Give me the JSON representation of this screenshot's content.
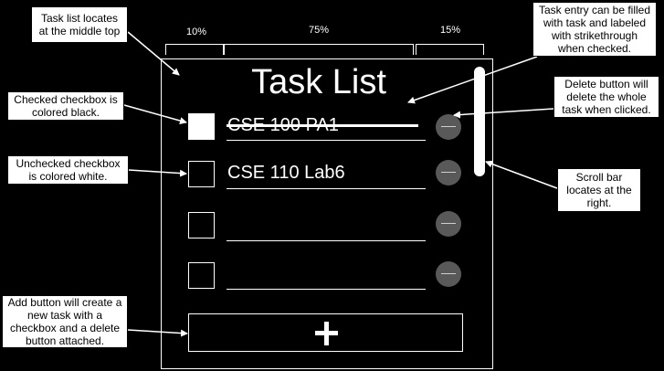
{
  "column_widths": {
    "left": "10%",
    "middle": "75%",
    "right": "15%"
  },
  "task_list": {
    "title": "Task List",
    "tasks": [
      {
        "label": "CSE 100 PA1",
        "checked": true
      },
      {
        "label": "CSE 110 Lab6",
        "checked": false
      },
      {
        "label": "",
        "checked": false
      },
      {
        "label": "",
        "checked": false
      }
    ],
    "add_button_label": "+"
  },
  "annotations": {
    "title_position": "Task list locates at the middle top",
    "entry": "Task entry can be filled with task and labeled with strikethrough when checked.",
    "checked_checkbox": "Checked checkbox is colored black.",
    "unchecked_checkbox": "Unchecked checkbox is colored white.",
    "delete_button": "Delete button will delete the whole task when clicked.",
    "scroll_bar": "Scroll bar locates at the right.",
    "add_button": "Add button will create a new task with a checkbox and a delete button attached."
  },
  "colors": {
    "background": "#000000",
    "foreground": "#ffffff",
    "delete_button": "#595959"
  }
}
